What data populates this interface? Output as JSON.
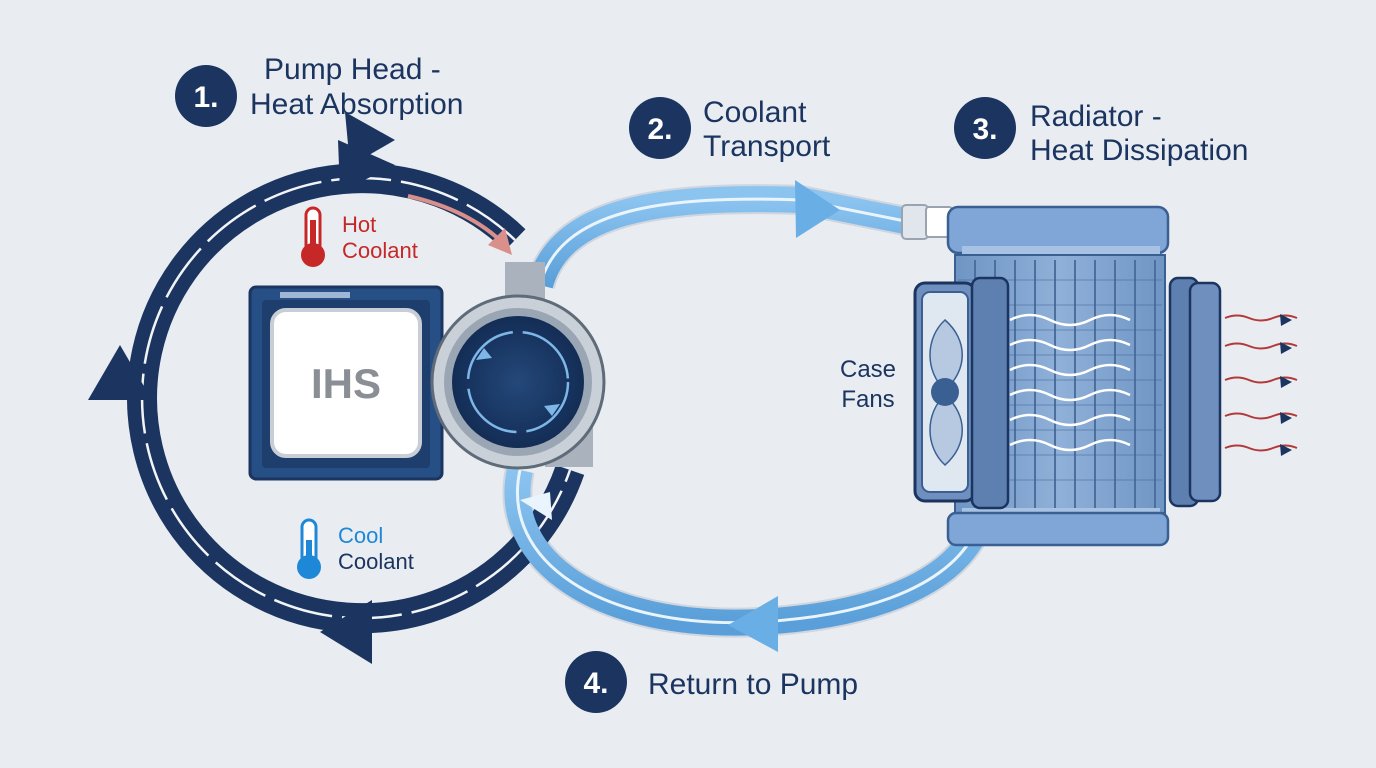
{
  "steps": [
    {
      "number": "1.",
      "title_line1": "Pump Head -",
      "title_line2": "Heat Absorption"
    },
    {
      "number": "2.",
      "title_line1": "Coolant",
      "title_line2": "Transport"
    },
    {
      "number": "3.",
      "title_line1": "Radiator -",
      "title_line2": "Heat Dissipation"
    },
    {
      "number": "4.",
      "title_line1": "Return to Pump"
    }
  ],
  "labels": {
    "hot_line1": "Hot",
    "hot_line2": "Coolant",
    "cool_line1": "Cool",
    "cool_line2": "Coolant",
    "ihs": "IHS",
    "fans_line1": "Case",
    "fans_line2": "Fans"
  },
  "colors": {
    "background": "#e9edf1",
    "navy": "#1b3560",
    "light_blue_tube": "#6aaee6",
    "hot_red": "#c62828",
    "cool_blue": "#1e88d8"
  },
  "icons": [
    "thermometer-hot-icon",
    "thermometer-cool-icon",
    "case-fan-icon",
    "heat-flow-arrow-icon"
  ]
}
